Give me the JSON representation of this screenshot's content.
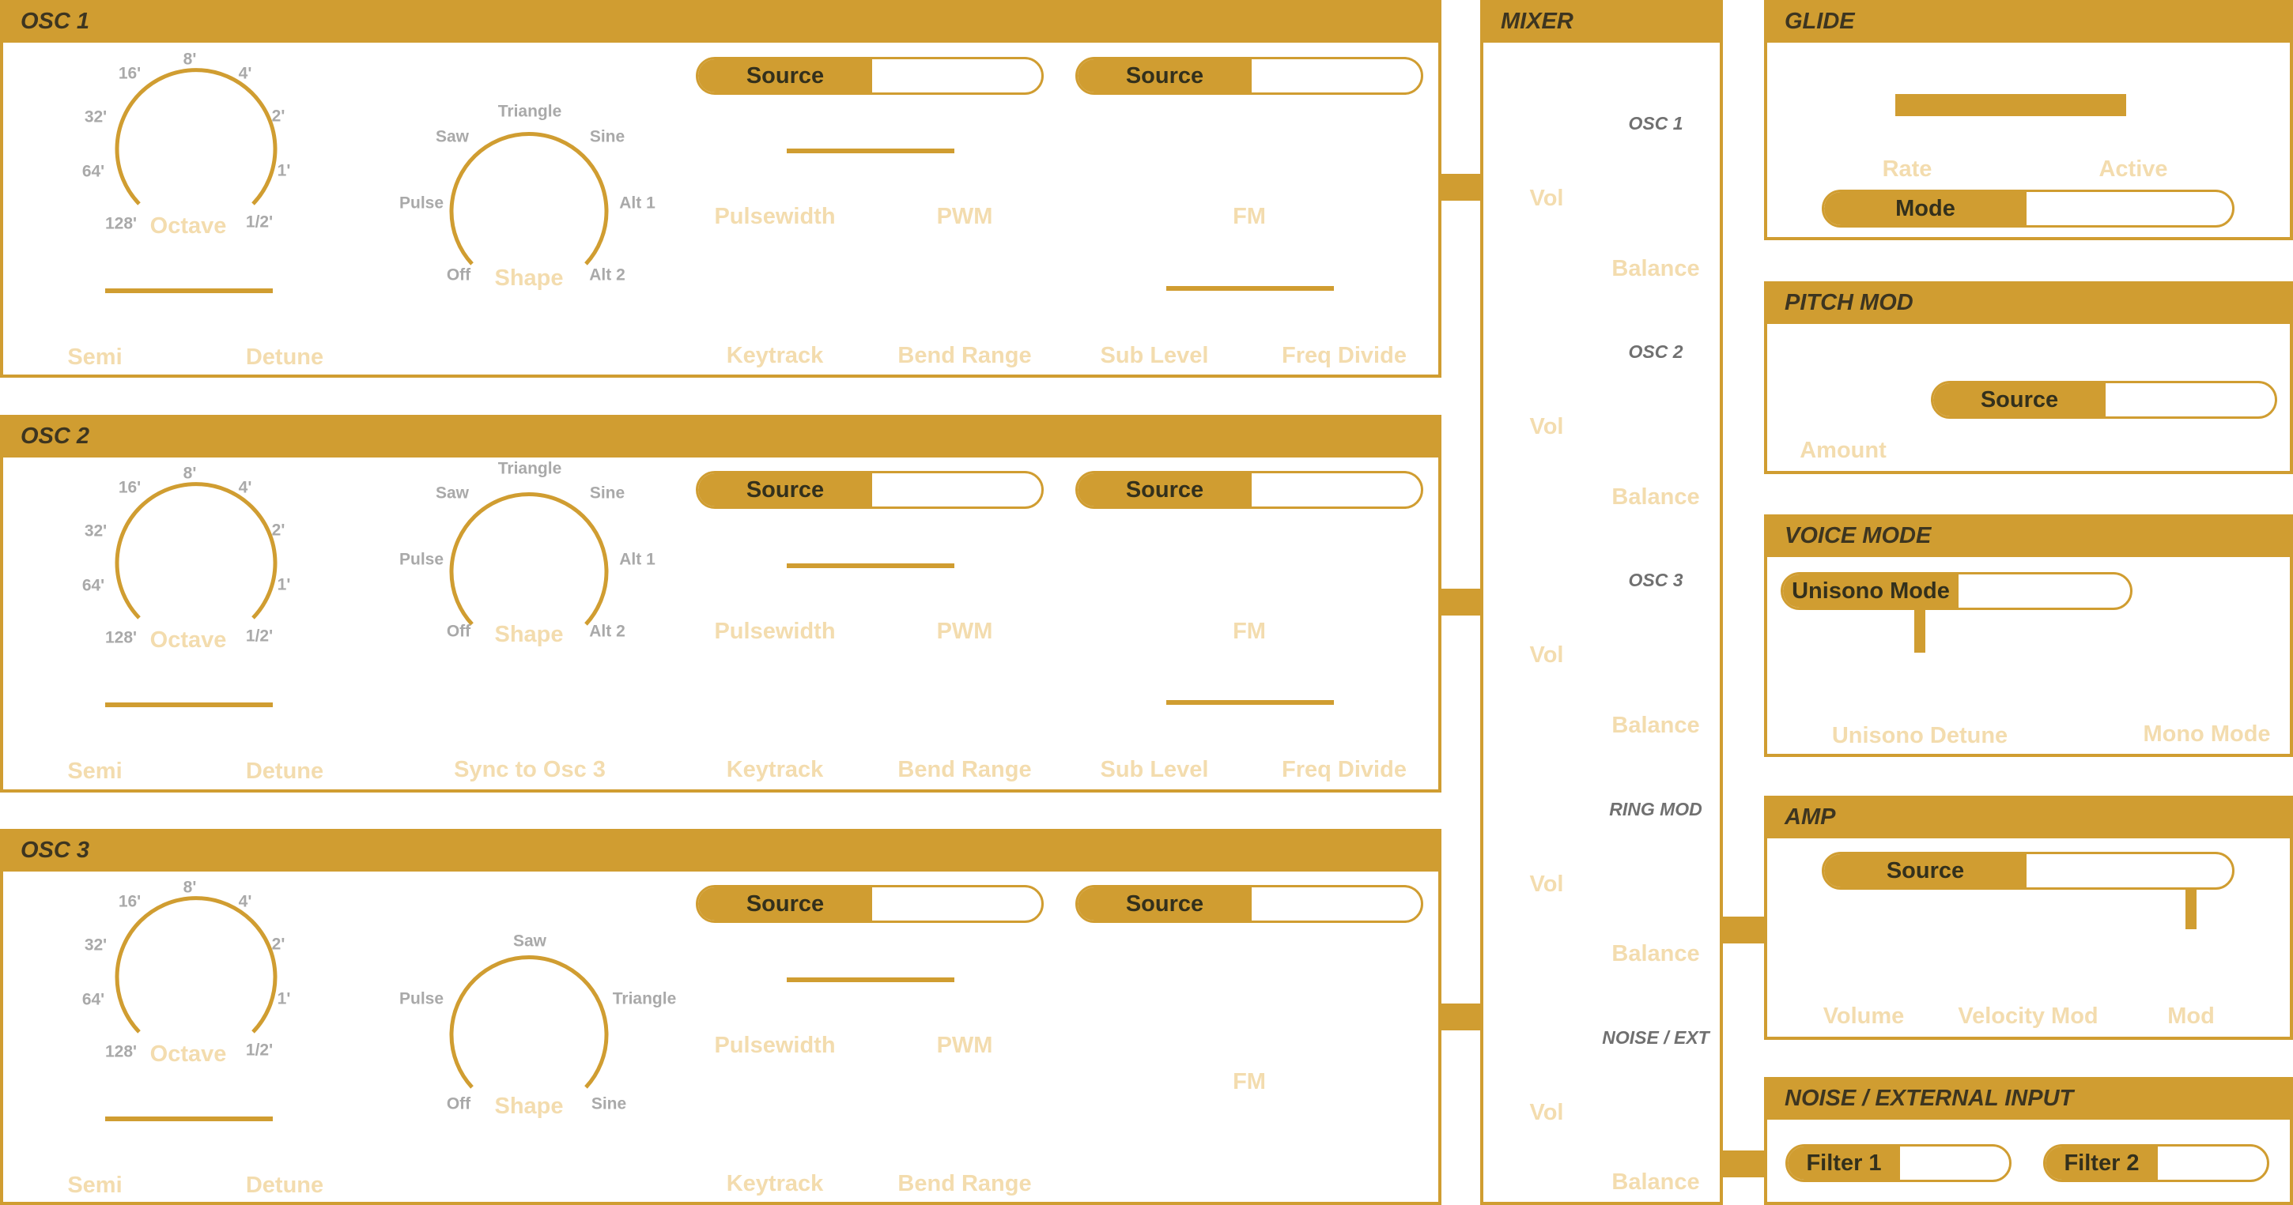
{
  "colors": {
    "accent": "#d09d31",
    "label": "#f3dcae",
    "tick": "#a9a9a9",
    "header_text": "#3d3520"
  },
  "osc1": {
    "title": "OSC 1",
    "octave_label": "Octave",
    "octave_ticks": [
      "128'",
      "64'",
      "32'",
      "16'",
      "8'",
      "4'",
      "2'",
      "1'",
      "1/2'"
    ],
    "shape_label": "Shape",
    "shape_ticks": [
      "Off",
      "Pulse",
      "Saw",
      "Triangle",
      "Sine",
      "Alt 1",
      "Alt 2"
    ],
    "source1": "Source",
    "source2": "Source",
    "pulsewidth": "Pulsewidth",
    "pwm": "PWM",
    "fm": "FM",
    "semi": "Semi",
    "detune": "Detune",
    "keytrack": "Keytrack",
    "bend_range": "Bend Range",
    "sub_level": "Sub Level",
    "freq_divide": "Freq Divide"
  },
  "osc2": {
    "title": "OSC 2",
    "octave_label": "Octave",
    "octave_ticks": [
      "128'",
      "64'",
      "32'",
      "16'",
      "8'",
      "4'",
      "2'",
      "1'",
      "1/2'"
    ],
    "shape_label": "Shape",
    "shape_ticks": [
      "Off",
      "Pulse",
      "Saw",
      "Triangle",
      "Sine",
      "Alt 1",
      "Alt 2"
    ],
    "source1": "Source",
    "source2": "Source",
    "pulsewidth": "Pulsewidth",
    "pwm": "PWM",
    "fm": "FM",
    "semi": "Semi",
    "detune": "Detune",
    "sync": "Sync to Osc 3",
    "keytrack": "Keytrack",
    "bend_range": "Bend Range",
    "sub_level": "Sub Level",
    "freq_divide": "Freq Divide"
  },
  "osc3": {
    "title": "OSC 3",
    "octave_label": "Octave",
    "octave_ticks": [
      "128'",
      "64'",
      "32'",
      "16'",
      "8'",
      "4'",
      "2'",
      "1'",
      "1/2'"
    ],
    "shape_label": "Shape",
    "shape_ticks": [
      "Off",
      "Pulse",
      "Saw",
      "Triangle",
      "Sine"
    ],
    "source1": "Source",
    "source2": "Source",
    "pulsewidth": "Pulsewidth",
    "pwm": "PWM",
    "fm": "FM",
    "semi": "Semi",
    "detune": "Detune",
    "keytrack": "Keytrack",
    "bend_range": "Bend Range"
  },
  "mixer": {
    "title": "MIXER",
    "channels": [
      {
        "name": "OSC 1",
        "vol": "Vol",
        "balance": "Balance"
      },
      {
        "name": "OSC 2",
        "vol": "Vol",
        "balance": "Balance"
      },
      {
        "name": "OSC 3",
        "vol": "Vol",
        "balance": "Balance"
      },
      {
        "name": "RING MOD",
        "vol": "Vol",
        "balance": "Balance"
      },
      {
        "name": "NOISE / EXT",
        "vol": "Vol",
        "balance": "Balance"
      }
    ]
  },
  "glide": {
    "title": "GLIDE",
    "rate": "Rate",
    "active": "Active",
    "mode": "Mode"
  },
  "pitch_mod": {
    "title": "PITCH MOD",
    "source": "Source",
    "amount": "Amount"
  },
  "voice_mode": {
    "title": "VOICE MODE",
    "unisono_mode": "Unisono Mode",
    "unisono_detune": "Unisono Detune",
    "mono_mode": "Mono Mode"
  },
  "amp": {
    "title": "AMP",
    "source": "Source",
    "volume": "Volume",
    "velocity_mod": "Velocity Mod",
    "mod": "Mod"
  },
  "noise": {
    "title": "NOISE / EXTERNAL INPUT",
    "filter1": "Filter 1",
    "filter2": "Filter 2"
  }
}
